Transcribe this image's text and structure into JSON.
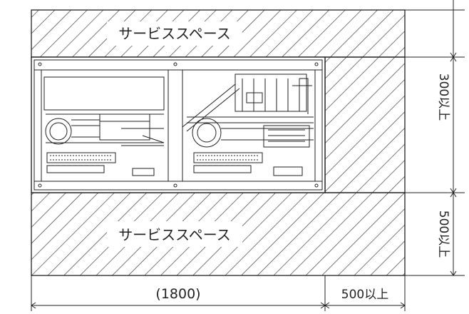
{
  "labels": {
    "service_space_top": "サービススペース",
    "service_space_bottom": "サービススペース",
    "dim_side_300": "300以上",
    "dim_side_500": "500以上",
    "dim_width_unit": "(1800)",
    "dim_bottom_500": "500以上"
  },
  "colors": {
    "line": "#222222",
    "hatch": "#333333",
    "background": "#ffffff"
  }
}
